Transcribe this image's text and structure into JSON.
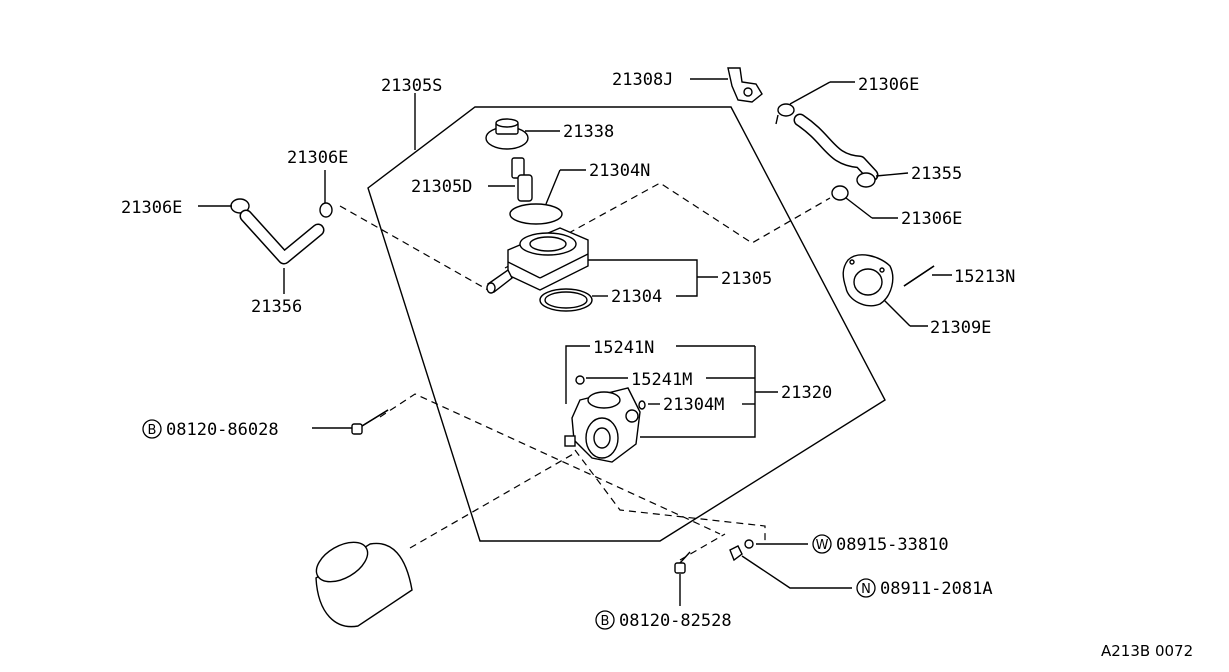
{
  "labels": {
    "p21305S": "21305S",
    "p21308J": "21308J",
    "p21306E_top": "21306E",
    "p21338": "21338",
    "p21306E_left_top": "21306E",
    "p21306E_left": "21306E",
    "p21305D": "21305D",
    "p21304N": "21304N",
    "p21355": "21355",
    "p21306E_right": "21306E",
    "p21356": "21356",
    "p21305": "21305",
    "p21304": "21304",
    "p15213N": "15213N",
    "p21309E": "21309E",
    "p15241N": "15241N",
    "p15241M": "15241M",
    "p21320": "21320",
    "p21304M": "21304M",
    "bolt_86028": "08120-86028",
    "washer_33810": "08915-33810",
    "nut_2081A": "08911-2081A",
    "bolt_82528": "08120-82528"
  },
  "prefixes": {
    "b1": "B",
    "w": "W",
    "n": "N",
    "b2": "B"
  },
  "footer_code": "A213B 0072"
}
